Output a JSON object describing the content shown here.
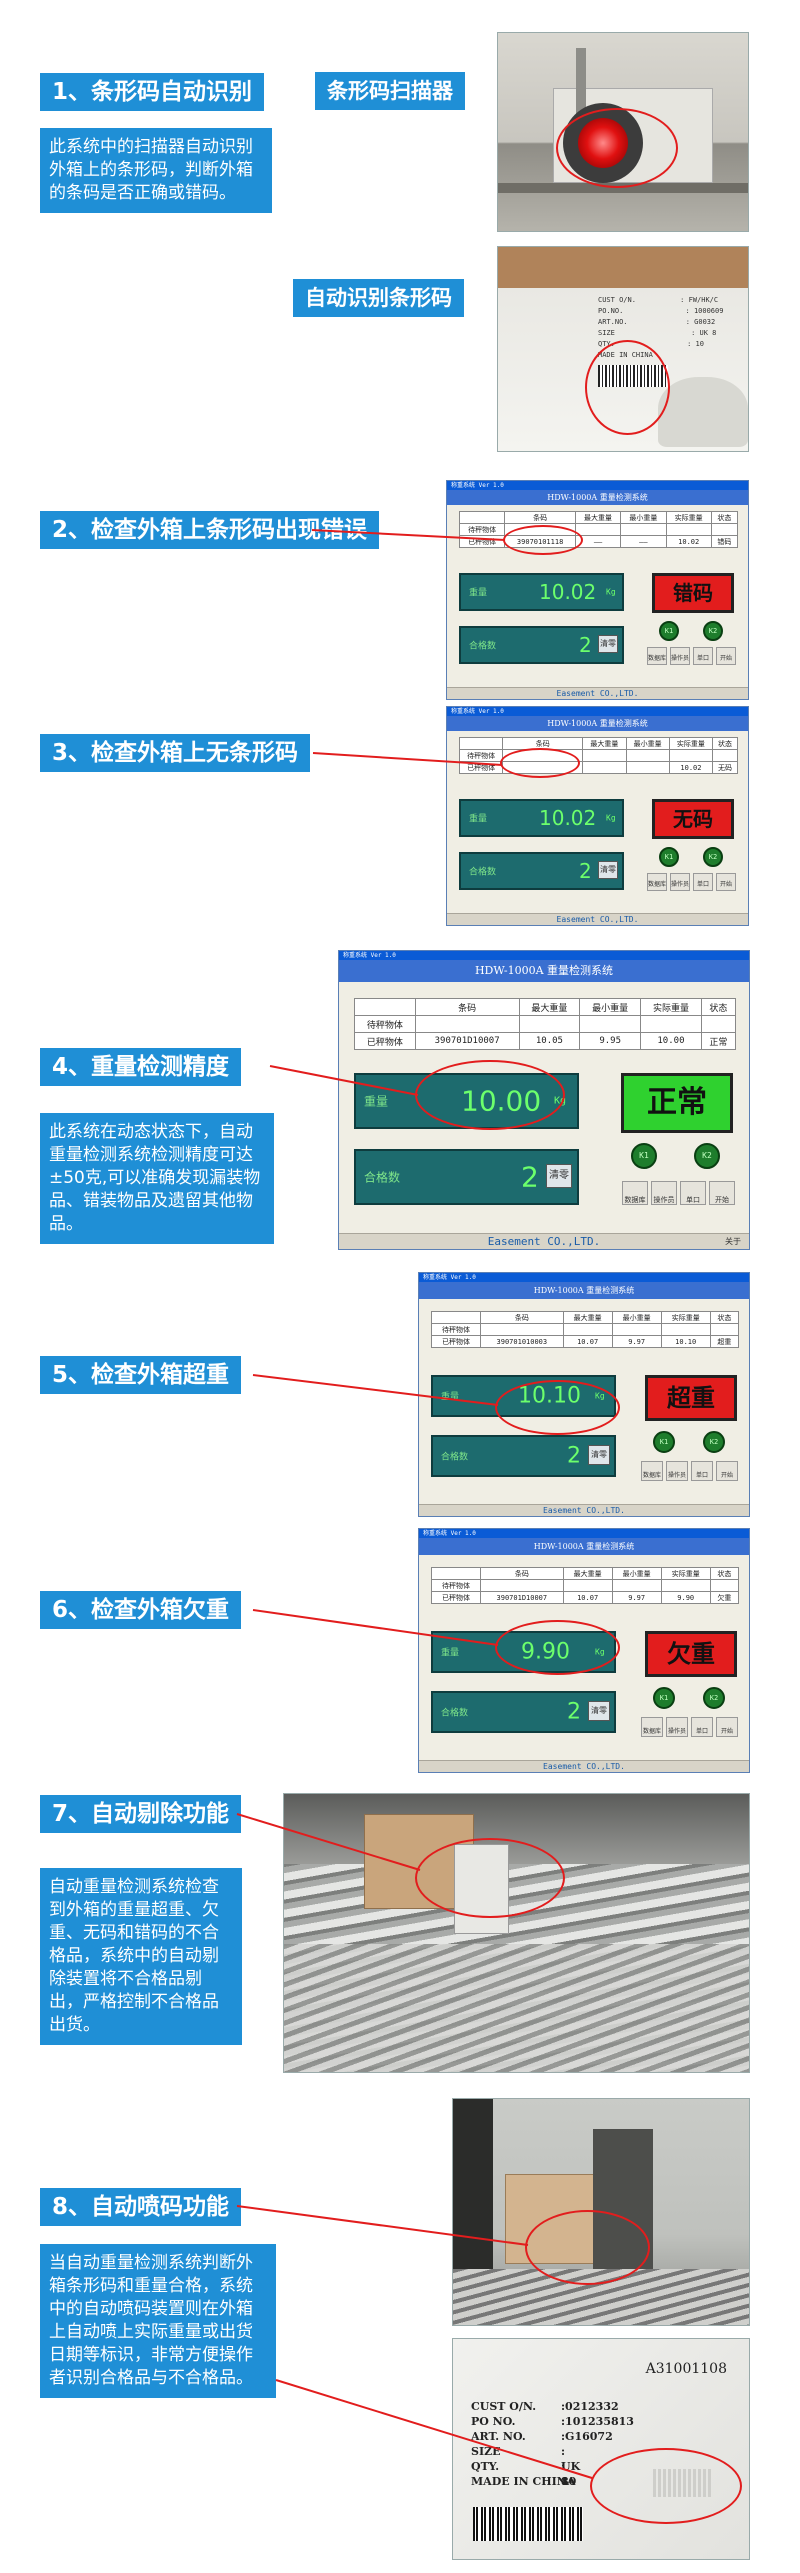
{
  "sections": {
    "s1": {
      "title": "1、条形码自动识别",
      "desc": "此系统中的扫描器自动识别外箱上的条形码，判断外箱的条码是否正确或错码。",
      "tag_scanner": "条形码扫描器",
      "tag_auto": "自动识别条形码"
    },
    "s2": {
      "title": "2、检查外箱上条形码出现错误"
    },
    "s3": {
      "title": "3、检查外箱上无条形码"
    },
    "s4": {
      "title": "4、重量检测精度",
      "desc": "此系统在动态状态下，自动重量检测系统检测精度可达±50克,可以准确发现漏装物品、错装物品及遗留其他物品。"
    },
    "s5": {
      "title": "5、检查外箱超重"
    },
    "s6": {
      "title": "6、检查外箱欠重"
    },
    "s7": {
      "title": "7、自动剔除功能",
      "desc": "自动重量检测系统检查到外箱的重量超重、欠重、无码和错码的不合格品，系统中的自动剔除装置将不合格品剔出，严格控制不合格品出货。"
    },
    "s8": {
      "title": "8、自动喷码功能",
      "desc": "当自动重量检测系统判断外箱条形码和重量合格，系统中的自动喷码装置则在外箱上自动喷上实际重量或出货日期等标识，非常方便操作者识别合格品与不合格品。"
    }
  },
  "carton1": {
    "lines": [
      "CUST O/N.",
      "PO.NO.",
      "ART.NO.",
      "SIZE",
      "QTY.",
      "MADE IN CHINA"
    ],
    "vals": [
      ": FW/HK/C",
      ": 1000609",
      ": G0032",
      ": UK 8",
      ": 10",
      ""
    ]
  },
  "carton2": {
    "number": "A31001108",
    "lines": [
      "CUST O/N.",
      "PO NO.",
      "ART. NO.",
      "SIZE",
      "QTY.",
      "MADE IN CHINA"
    ],
    "vals": [
      ":0212332",
      ":101235813",
      ":G16072",
      ": UK 8",
      ":     10",
      ""
    ]
  },
  "app": {
    "title": "HDW-1000A 重量检测系统",
    "company": "Easement CO.,LTD.",
    "about": "关于",
    "titlebar": "称重系统 Ver 1.0",
    "cols": [
      "",
      "条码",
      "最大重量",
      "最小重量",
      "实际重量",
      "状态"
    ],
    "row1_label": "待秤物体",
    "row2_label": "已秤物体",
    "weight_label": "重量",
    "count_label": "合格数",
    "unit": "Kg",
    "clear": "清零",
    "dot1": "K1",
    "dot2": "K2",
    "tools": [
      "数据库",
      "操作员",
      "单口",
      "开始"
    ],
    "s2": {
      "barcode": "39070101118",
      "max": "——",
      "min": "——",
      "actual": "10.02",
      "state": "错码",
      "weight": "10.02",
      "count": "2",
      "status": "错码"
    },
    "s3": {
      "barcode": "",
      "max": "",
      "min": "",
      "actual": "10.02",
      "state": "无码",
      "weight": "10.02",
      "count": "2",
      "status": "无码"
    },
    "s4": {
      "barcode": "390701D10007",
      "max": "10.05",
      "min": "9.95",
      "actual": "10.00",
      "state": "正常",
      "weight": "10.00",
      "count": "2",
      "status": "正常"
    },
    "s5": {
      "barcode": "390701010003",
      "max": "10.07",
      "min": "9.97",
      "actual": "10.10",
      "state": "超重",
      "weight": "10.10",
      "count": "2",
      "status": "超重"
    },
    "s6": {
      "barcode": "390701D10007",
      "max": "10.07",
      "min": "9.97",
      "actual": "9.90",
      "state": "欠重",
      "weight": "9.90",
      "count": "2",
      "status": "欠重"
    }
  },
  "colors": {
    "label_bg": "#1f8fd6",
    "error_red": "#e21d1d",
    "ok_green": "#2fd12f",
    "panel_teal": "#1d6b6e",
    "digits": "#6cff6c"
  }
}
